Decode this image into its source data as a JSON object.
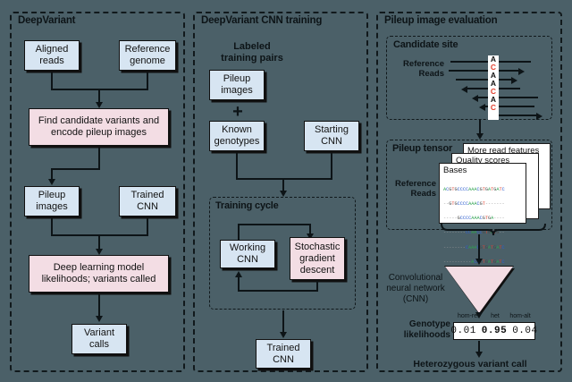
{
  "figure": {
    "background_color": "#4b6068",
    "box_fill_blue": "#d7e5f2",
    "box_fill_pink": "#f3dde4",
    "alt_base_color": "#e2402f"
  },
  "panels": {
    "left": {
      "title": "DeepVariant",
      "nodes": {
        "aligned_reads": "Aligned\nreads",
        "reference_genome": "Reference\ngenome",
        "find_candidates": "Find candidate variants and\nencode pileup images",
        "pileup_images": "Pileup\nimages",
        "trained_cnn": "Trained\nCNN",
        "deep_learning": "Deep learning model\nlikelihoods; variants called",
        "variant_calls": "Variant\ncalls"
      }
    },
    "middle": {
      "title": "DeepVariant CNN training",
      "labeled_pairs_label": "Labeled\ntraining pairs",
      "plus_symbol": "+",
      "nodes": {
        "pileup_images": "Pileup\nimages",
        "known_genotypes": "Known\ngenotypes",
        "starting_cnn": "Starting\nCNN",
        "working_cnn": "Working\nCNN",
        "stochastic_gradient_descent": "Stochastic\ngradient\ndescent",
        "trained_cnn": "Trained\nCNN"
      },
      "training_cycle_title": "Training cycle"
    },
    "right": {
      "title": "Pileup image evaluation",
      "candidate_site": {
        "title": "Candidate site",
        "reference_label": "Reference",
        "reads_label": "Reads",
        "bases_column": [
          {
            "base": "A",
            "alt": false
          },
          {
            "base": "C",
            "alt": true
          },
          {
            "base": "A",
            "alt": false
          },
          {
            "base": "A",
            "alt": false
          },
          {
            "base": "C",
            "alt": true
          },
          {
            "base": "A",
            "alt": false
          },
          {
            "base": "C",
            "alt": true
          }
        ]
      },
      "pileup_tensor": {
        "title": "Pileup tensor",
        "reference_label": "Reference",
        "reads_label": "Reads",
        "cards": [
          "More read features",
          "Quality scores",
          "Bases"
        ],
        "sequence_rows": [
          "ACGTGCCCCAAACGTGATGATC",
          "--GTGCCCCAAACGT-------",
          "-----GCCCCAAACGTGA----",
          "--------CCAACCGTGATG--",
          "--------CAAACGTGATGATC",
          "----------ACCGTGATGATC"
        ]
      },
      "cnn_label": "Convolutional\nneural network\n(CNN)",
      "genotype": {
        "label": "Genotype\nlikelihoods",
        "headers": [
          "hom-ref",
          "het",
          "hom-alt"
        ],
        "values": [
          "0.01",
          "0.95",
          "0.04"
        ],
        "bold_index": 1
      },
      "final_call": "Heterozygous variant call"
    }
  }
}
